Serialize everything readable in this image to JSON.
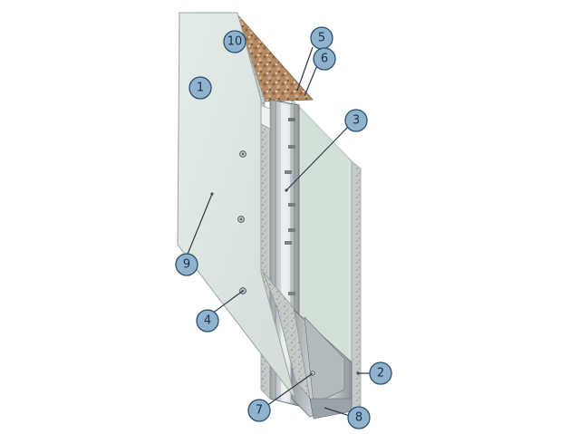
{
  "diagram": {
    "callouts": [
      {
        "id": "c1",
        "label": "1"
      },
      {
        "id": "c2",
        "label": "2"
      },
      {
        "id": "c3",
        "label": "3"
      },
      {
        "id": "c4",
        "label": "4"
      },
      {
        "id": "c5",
        "label": "5"
      },
      {
        "id": "c6",
        "label": "6"
      },
      {
        "id": "c7",
        "label": "7"
      },
      {
        "id": "c8",
        "label": "8"
      },
      {
        "id": "c9",
        "label": "9"
      },
      {
        "id": "c10",
        "label": "10"
      }
    ],
    "colors": {
      "board_face": "#dde7e2",
      "board_edge": "#c9d2cf",
      "core": "#b9bdbd",
      "insulation": "#b98e66",
      "steel": "#c2c8cc",
      "callout_fill": "#8fb3cf",
      "callout_stroke": "#2d4f6e"
    }
  }
}
